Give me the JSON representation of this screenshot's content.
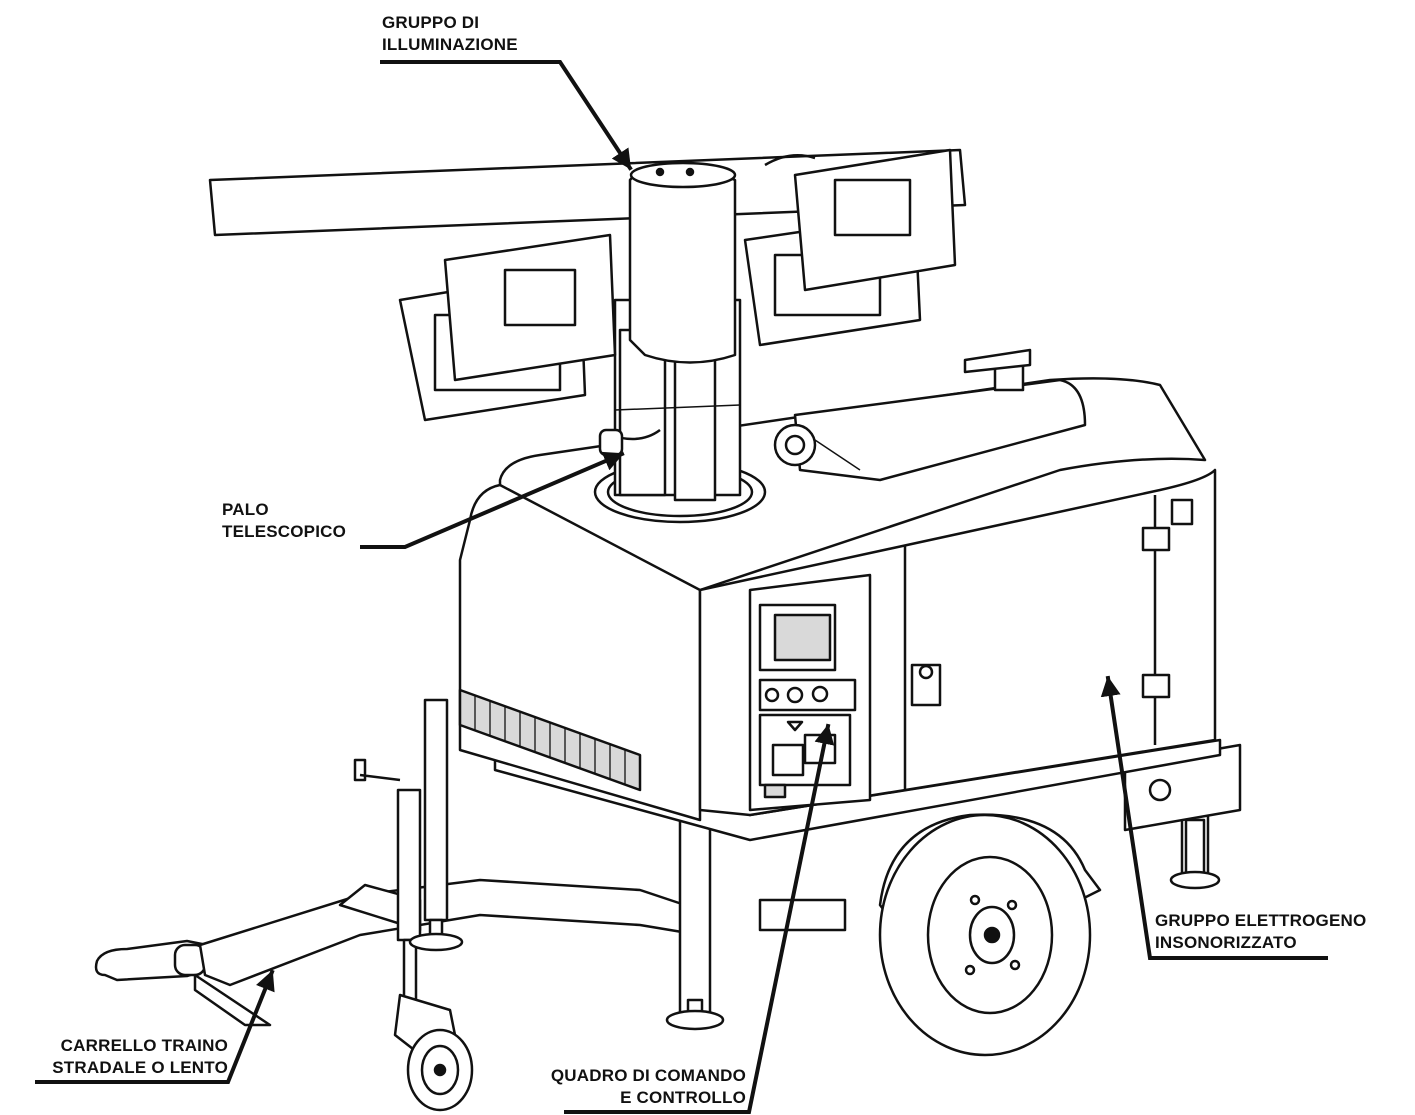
{
  "labels": {
    "lighting": {
      "line1": "GRUPPO DI",
      "line2": "ILLUMINAZIONE"
    },
    "mast": {
      "line1": "PALO",
      "line2": "TELESCOPICO"
    },
    "generator": {
      "line1": "GRUPPO ELETTROGENO",
      "line2": "INSONORIZZATO"
    },
    "trailer": {
      "line1": "CARRELLO TRAINO",
      "line2": "STRADALE O LENTO"
    },
    "panel": {
      "line1": "QUADRO DI COMANDO",
      "line2": "E CONTROLLO"
    }
  },
  "colors": {
    "ink": "#111111",
    "body": "#ffffff",
    "shade": "#d9d9d9"
  }
}
